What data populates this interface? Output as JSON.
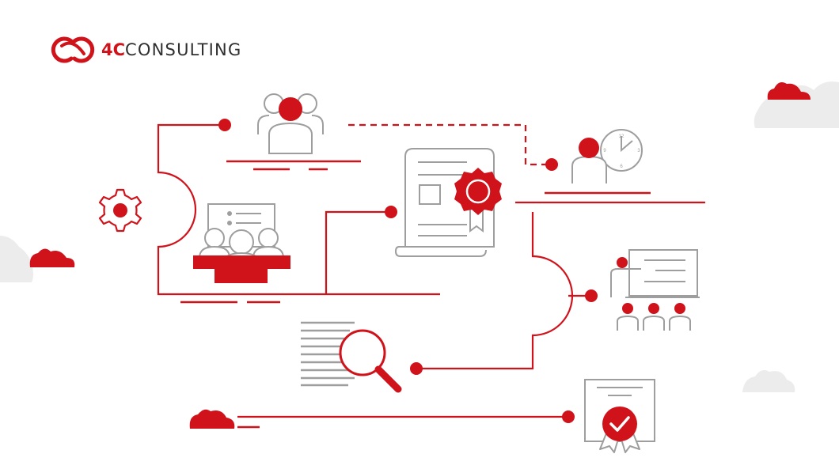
{
  "brand": {
    "name_highlight": "4C",
    "name_rest": "CONSULTING",
    "logo_icon": "interlocking-rings-logo-icon"
  },
  "colors": {
    "accent": "#d0121b",
    "line_gray": "#9e9e9e",
    "cloud_gray": "#ececec",
    "text_dark": "#2f2f2f",
    "background": "#ffffff"
  },
  "clock": {
    "numerals": [
      "12",
      "3",
      "6",
      "9"
    ]
  },
  "icons": [
    "gear-icon",
    "team-leader-icon",
    "person-clock-icon",
    "certificate-scroll-icon",
    "classroom-presentation-icon",
    "trainer-audience-icon",
    "document-magnifier-icon",
    "approved-certificate-icon",
    "cloud-icon"
  ]
}
